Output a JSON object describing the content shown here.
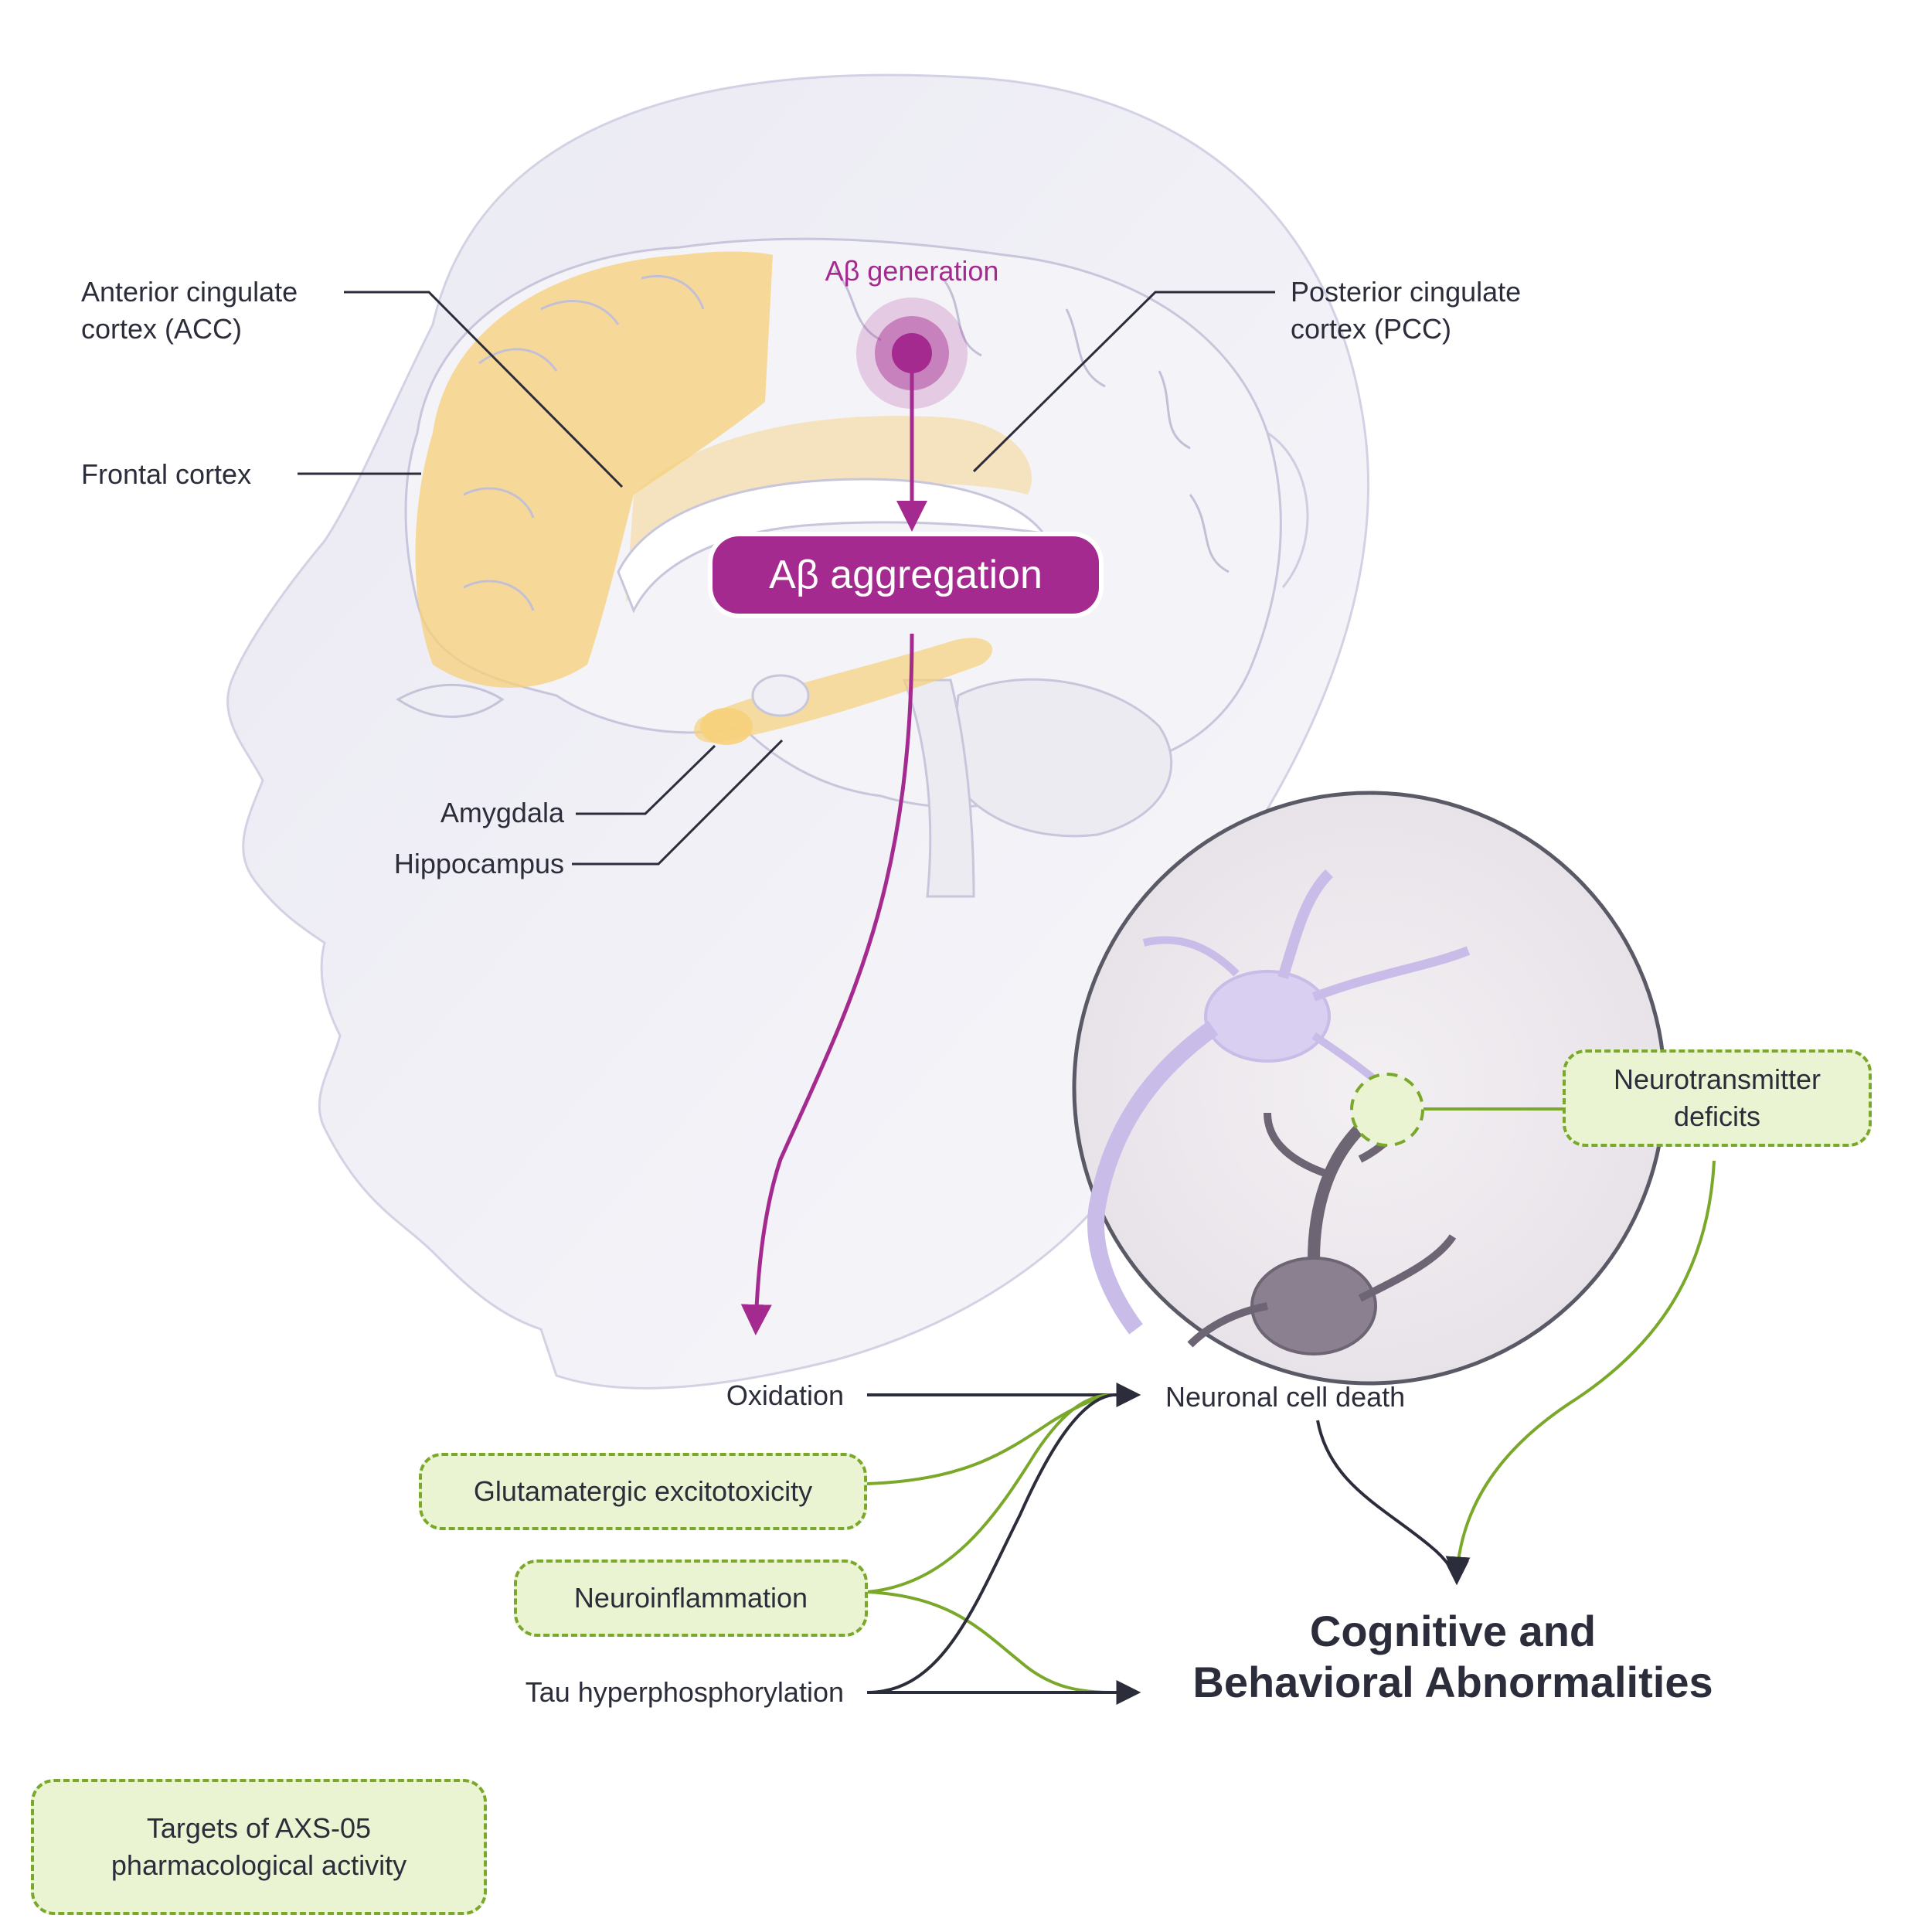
{
  "brain_regions": {
    "acc": [
      "Anterior cingulate",
      "cortex (ACC)"
    ],
    "pcc": [
      "Posterior cingulate",
      "cortex (PCC)"
    ],
    "frontal": "Frontal cortex",
    "amygdala": "Amygdala",
    "hippocampus": "Hippocampus"
  },
  "amyloid": {
    "generation": "Aβ generation",
    "aggregation": "Aβ aggregation"
  },
  "mechanisms": {
    "oxidation": "Oxidation",
    "glutamatergic": "Glutamatergic excitotoxicity",
    "neuroinflammation": "Neuroinflammation",
    "tau": "Tau hyperphosphorylation",
    "neurotransmitter": [
      "Neurotransmitter",
      "deficits"
    ]
  },
  "neuronal_death": "Neuronal cell death",
  "outcome": [
    "Cognitive and",
    "Behavioral Abnormalities"
  ],
  "legend": [
    "Targets of AXS-05",
    "pharmacological activity"
  ],
  "colors": {
    "amyloid": "#a52a8f",
    "target_border": "#7aa82a",
    "target_fill": "#eaf4d3",
    "highlight": "#f7d07a",
    "arrow": "#2b2d3a"
  }
}
